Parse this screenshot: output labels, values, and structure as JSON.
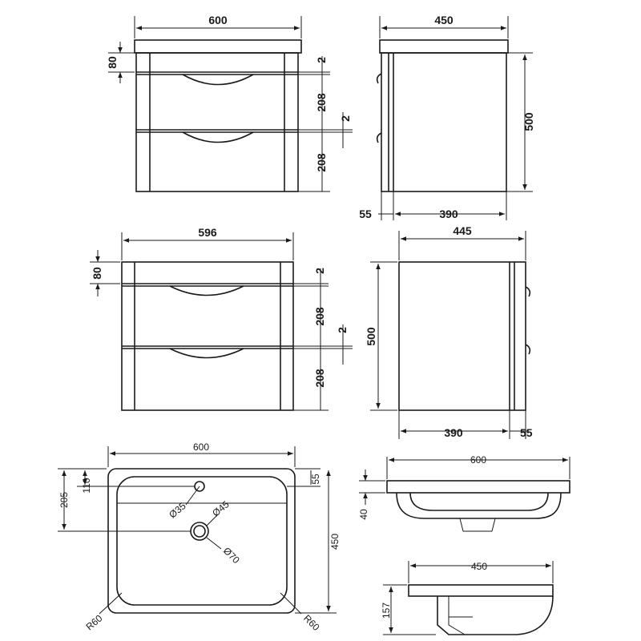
{
  "drawing": {
    "view_1": {
      "width": "600",
      "top": "80",
      "gap_upper": "2",
      "drawer_upper": "208",
      "gap_lower": "2",
      "drawer_lower": "208"
    },
    "view_2": {
      "depth": "450",
      "height": "500",
      "handle_depth": "55",
      "body_depth": "390"
    },
    "view_3": {
      "width": "596",
      "top": "80",
      "gap_upper": "2",
      "drawer_upper": "208",
      "gap_lower": "2",
      "drawer_lower": "208"
    },
    "view_4": {
      "depth": "445",
      "height": "500",
      "body_depth": "390",
      "handle_depth": "55"
    },
    "basin_plan": {
      "width": "600",
      "tap_offset": "110",
      "waste_offset": "205",
      "right_offset": "55",
      "depth": "450",
      "tap_hole": "Ø35",
      "waste_hole": "Ø45",
      "waste_outer": "Ø70",
      "radius_left": "R60",
      "radius_right": "R60"
    },
    "basin_front": {
      "width": "600",
      "rim": "40"
    },
    "basin_side": {
      "depth": "450",
      "height": "157"
    }
  }
}
